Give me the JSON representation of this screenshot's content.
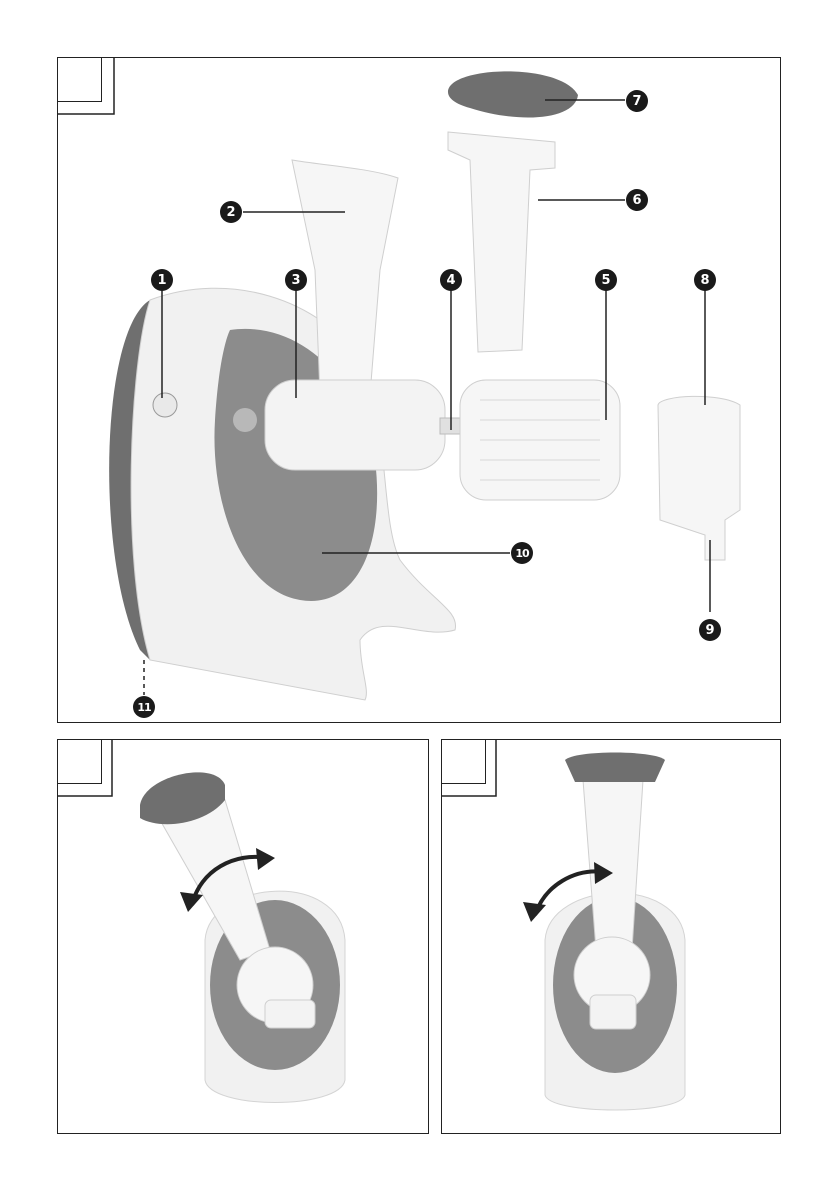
{
  "figures": [
    {
      "id": "figure-1",
      "callouts": [
        {
          "id": "1",
          "label": "1"
        },
        {
          "id": "2",
          "label": "2"
        },
        {
          "id": "3",
          "label": "3"
        },
        {
          "id": "4",
          "label": "4"
        },
        {
          "id": "5",
          "label": "5"
        },
        {
          "id": "6",
          "label": "6"
        },
        {
          "id": "7",
          "label": "7"
        },
        {
          "id": "8",
          "label": "8"
        },
        {
          "id": "9",
          "label": "9"
        },
        {
          "id": "10",
          "label": "10"
        },
        {
          "id": "11",
          "label": "11"
        }
      ]
    },
    {
      "id": "figure-2"
    },
    {
      "id": "figure-3"
    }
  ],
  "colors": {
    "border": "#222222",
    "accent_gray": "#8c8c8c",
    "dark_gray": "#6f6f6f",
    "body_white": "#f4f4f4",
    "callout_fill": "#1a1a1a"
  }
}
